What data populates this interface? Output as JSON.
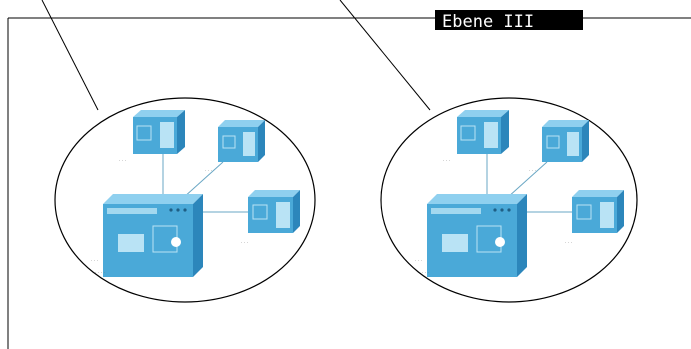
{
  "level_label": "Ebene III",
  "colors": {
    "frame": "#000000",
    "label_bg": "#000000",
    "label_fg": "#ffffff",
    "box_front": "#4aa9d8",
    "box_side": "#2c86bb",
    "box_top": "#8fd0ef",
    "panel": "#b9e3f5",
    "link": "#6aa7c4"
  },
  "clusters": [
    {
      "name": "cluster-left",
      "icon": "network-cluster-icon"
    },
    {
      "name": "cluster-right",
      "icon": "network-cluster-icon"
    }
  ]
}
